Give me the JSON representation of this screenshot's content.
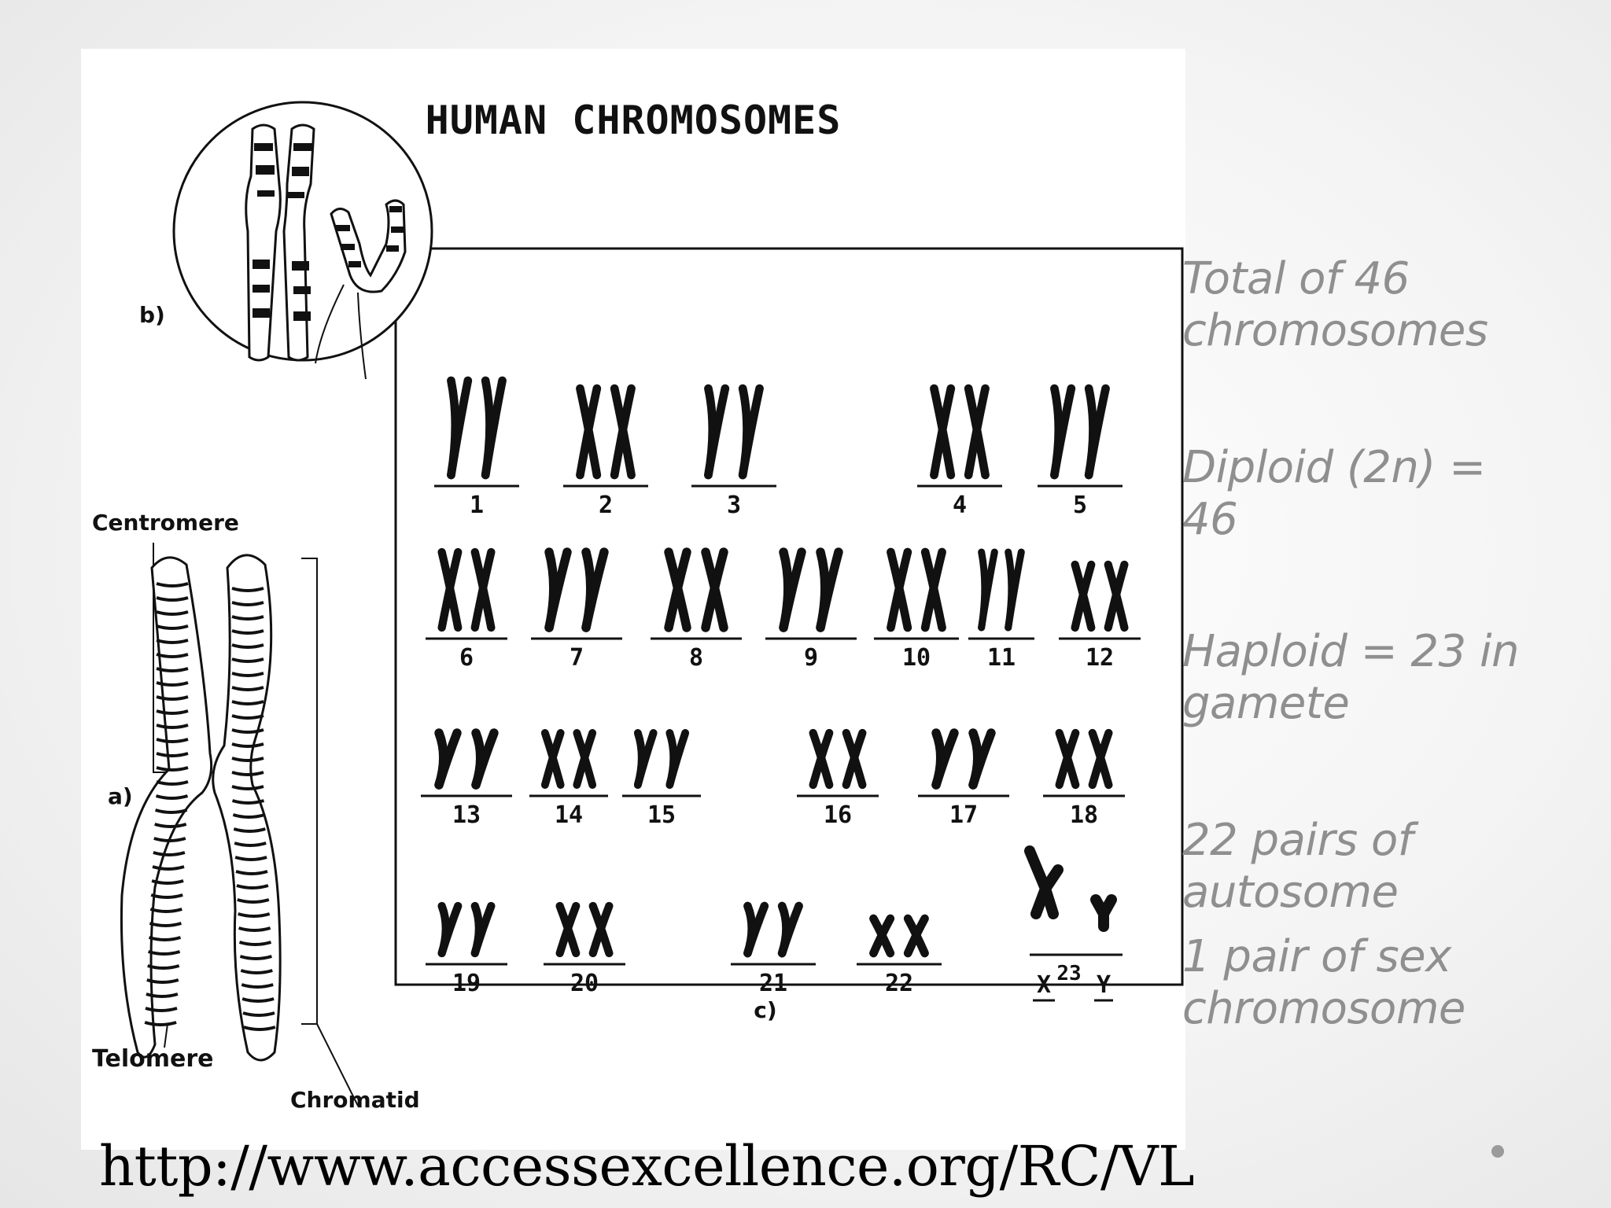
{
  "figure": {
    "title": "HUMAN CHROMOSOMES",
    "panel_b_label": "b)",
    "panel_a_label": "a)",
    "panel_c_label": "c)",
    "labels": {
      "centromere": "Centromere",
      "telomere": "Telomere",
      "chromatid": "Chromatid"
    },
    "karyotype_numbers": [
      "1",
      "2",
      "3",
      "4",
      "5",
      "6",
      "7",
      "8",
      "9",
      "10",
      "11",
      "12",
      "13",
      "14",
      "15",
      "16",
      "17",
      "18",
      "19",
      "20",
      "21",
      "22"
    ],
    "sex_chromosomes": {
      "x": "X",
      "sup": "23",
      "y": "Y"
    }
  },
  "side_text": {
    "line1": "Total of 46",
    "line2": "chromosomes",
    "line3": "Diploid (2n) =",
    "line4": "46",
    "line5": "Haploid = 23 in",
    "line6": "gamete",
    "line7": "22 pairs of",
    "line8": "autosome",
    "line9": "1 pair of sex",
    "line10": "chromosome"
  },
  "footer": {
    "url": "http://www.accessexcellence.org/RC/VL"
  },
  "colors": {
    "side_text": "#8f8f8f",
    "ink": "#111111"
  }
}
